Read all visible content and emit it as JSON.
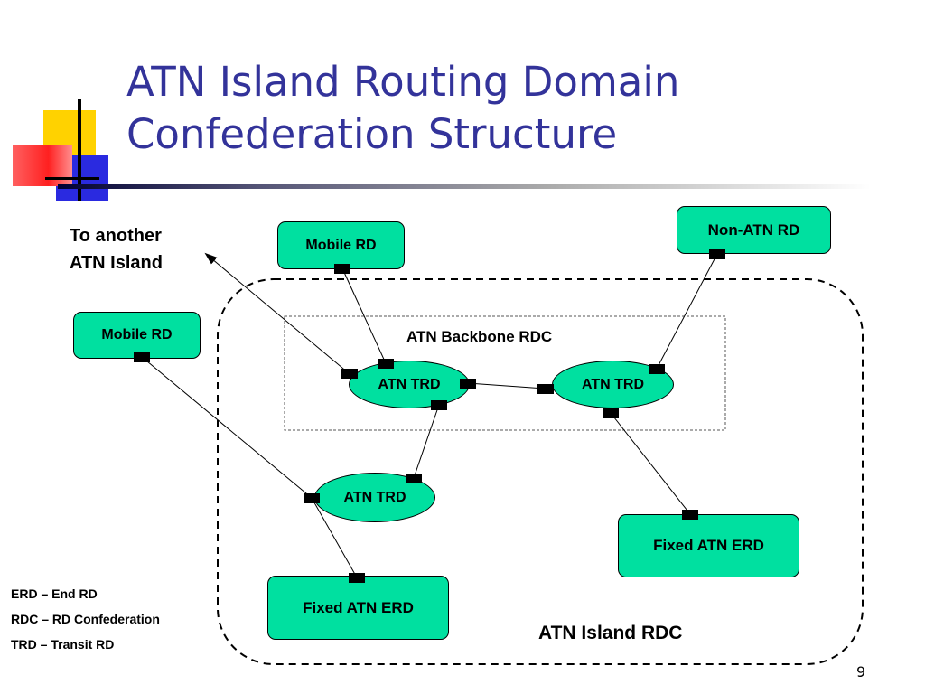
{
  "slide": {
    "title_line1": "ATN Island Routing Domain",
    "title_line2": "Confederation Structure",
    "page_number": "9"
  },
  "diagram": {
    "external_label_line1": "To another",
    "external_label_line2": "ATN Island",
    "island_label": "ATN Island RDC",
    "backbone_label": "ATN Backbone RDC",
    "nodes": {
      "mobile_rd_top": "Mobile RD",
      "mobile_rd_left": "Mobile RD",
      "non_atn_rd": "Non-ATN RD",
      "trd_left": "ATN TRD",
      "trd_right": "ATN TRD",
      "trd_bottom": "ATN TRD",
      "fixed_erd_right": "Fixed ATN ERD",
      "fixed_erd_bottom": "Fixed ATN ERD"
    }
  },
  "legend": {
    "erd": "ERD – End RD",
    "rdc": "RDC – RD Confederation",
    "trd": "TRD – Transit RD"
  },
  "colors": {
    "title": "#33339a",
    "node_fill": "#00e0a0"
  }
}
